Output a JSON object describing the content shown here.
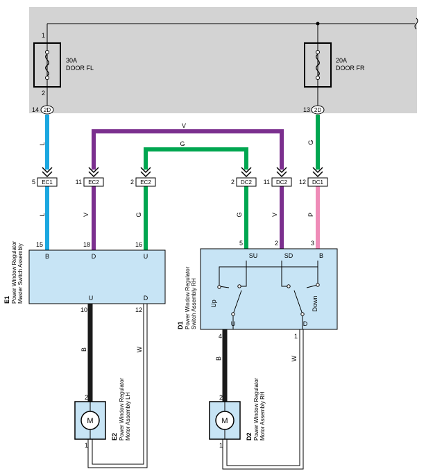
{
  "junction_block": {
    "pin_top": "1",
    "fuse_left": {
      "rating": "30A",
      "name": "DOOR FL",
      "pin_out": "2"
    },
    "fuse_right": {
      "rating": "20A",
      "name": "DOOR FR"
    },
    "conn_left": {
      "pin": "14",
      "code": "2D"
    },
    "conn_right": {
      "pin": "13",
      "code": "2D"
    }
  },
  "wires": {
    "w_blue_top": "L",
    "w_blue_bottom": "L",
    "w_purple_top": "V",
    "w_purple_left": "V",
    "w_purple_right": "V",
    "w_green_top": "G",
    "w_green_left": "G",
    "w_green_right": "G",
    "w_green_fr": "G",
    "w_pink": "P",
    "w_lh_b": "B",
    "w_lh_w": "W",
    "w_rh_b": "B",
    "w_rh_w": "W"
  },
  "connectors": [
    {
      "pin": "5",
      "code": "EC1"
    },
    {
      "pin": "11",
      "code": "EC2"
    },
    {
      "pin": "2",
      "code": "EC2"
    },
    {
      "pin": "2",
      "code": "DC2"
    },
    {
      "pin": "11",
      "code": "DC2"
    },
    {
      "pin": "12",
      "code": "DC1"
    }
  ],
  "master_switch": {
    "code": "E1",
    "name_line1": "Power Window Regulator",
    "name_line2": "Master Switch Assembly",
    "pins_top": [
      {
        "num": "15",
        "label": "B"
      },
      {
        "num": "18",
        "label": "D"
      },
      {
        "num": "16",
        "label": "U"
      }
    ],
    "pins_bottom": [
      {
        "num": "10",
        "label": "U"
      },
      {
        "num": "12",
        "label": "D"
      }
    ]
  },
  "rh_switch": {
    "code": "D1",
    "name_line1": "Power Window Regulator",
    "name_line2": "Switch Assembly RH",
    "pins_top": [
      {
        "num": "5",
        "label": "SU"
      },
      {
        "num": "2",
        "label": "SD"
      },
      {
        "num": "3",
        "label": "B"
      }
    ],
    "pins_bottom": [
      {
        "num": "4",
        "label": "U"
      },
      {
        "num": "1",
        "label": "D"
      }
    ],
    "up_label": "Up",
    "down_label": "Down"
  },
  "motor_lh": {
    "code": "E2",
    "name_line1": "Power Window Regulator",
    "name_line2": "Motor Assembly LH",
    "symbol": "M",
    "pin_top": "2",
    "pin_bottom": "1"
  },
  "motor_rh": {
    "code": "D2",
    "name_line1": "Power Window Regulator",
    "name_line2": "Motor Assembly RH",
    "symbol": "M",
    "pin_top": "2",
    "pin_bottom": "1"
  },
  "colors": {
    "junction_bg": "#d3d3d3",
    "component_fill": "#c7e4f5",
    "wire_blue": "#1ba7e0",
    "wire_purple": "#7b2f8e",
    "wire_green": "#00a650",
    "wire_pink": "#ef8cb8",
    "wire_black": "#1a1a1a"
  }
}
